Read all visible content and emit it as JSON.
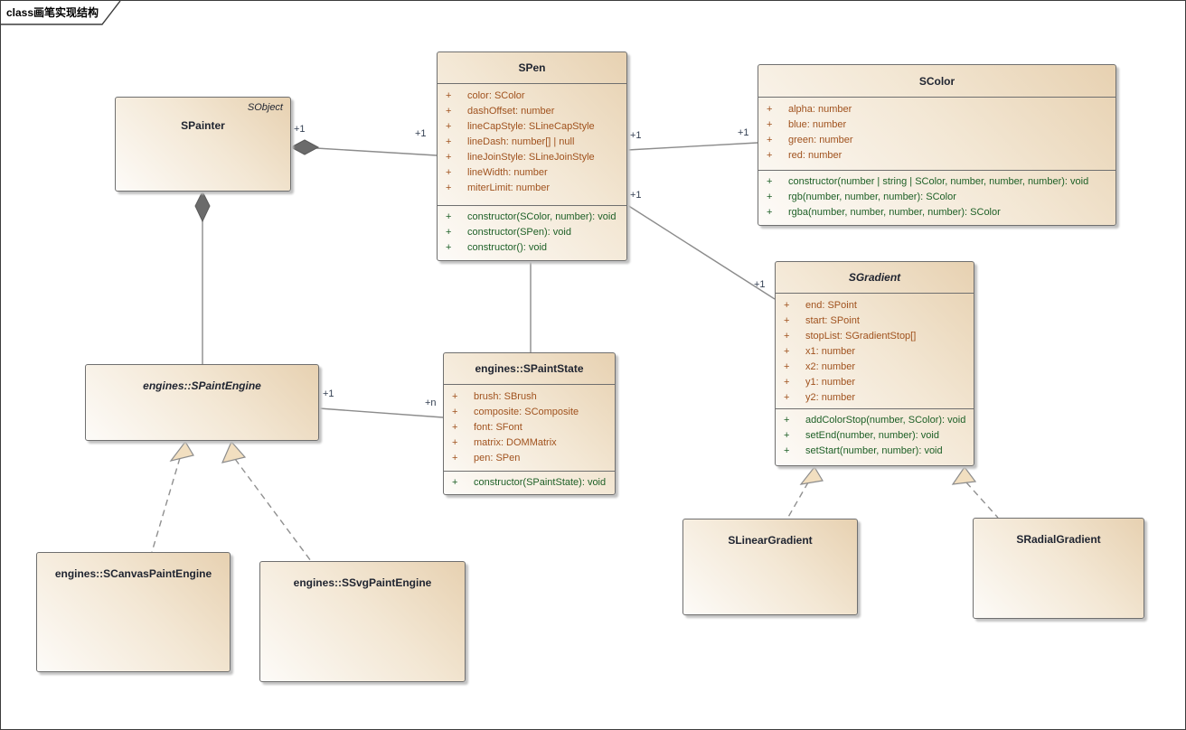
{
  "frame": {
    "label": "class画笔实现结构"
  },
  "markers": {
    "public": "+"
  },
  "colors": {
    "box_border": "#6F6F6F",
    "box_gradient_dark": "#E7D1B1",
    "box_gradient_light": "#FDFBF8",
    "attribute_text": "#A0521E",
    "method_text": "#1E6027",
    "connector_line": "#8C8C8C",
    "multiplicity_text": "#333F52",
    "diamond_fill": "#6B6B6B",
    "triangle_fill": "#F2DFC0"
  },
  "classes": [
    {
      "name": "SPainter",
      "annotation": "SObject",
      "abstract": false,
      "attributes": [],
      "methods": []
    },
    {
      "name": "SPen",
      "abstract": false,
      "attributes": [
        "color: SColor",
        "dashOffset: number",
        "lineCapStyle: SLineCapStyle",
        "lineDash: number[] | null",
        "lineJoinStyle: SLineJoinStyle",
        "lineWidth: number",
        "miterLimit: number"
      ],
      "methods": [
        "constructor(SColor, number): void",
        "constructor(SPen): void",
        "constructor(): void"
      ]
    },
    {
      "name": "SColor",
      "abstract": false,
      "attributes": [
        "alpha: number",
        "blue: number",
        "green: number",
        "red: number"
      ],
      "methods": [
        "constructor(number | string | SColor, number, number, number): void",
        "rgb(number, number, number): SColor",
        "rgba(number, number, number, number): SColor"
      ]
    },
    {
      "name": "SGradient",
      "abstract": true,
      "attributes": [
        "end: SPoint",
        "start: SPoint",
        "stopList: SGradientStop[]",
        "x1: number",
        "x2: number",
        "y1: number",
        "y2: number"
      ],
      "methods": [
        "addColorStop(number, SColor): void",
        "setEnd(number, number): void",
        "setStart(number, number): void"
      ]
    },
    {
      "name": "engines::SPaintState",
      "abstract": false,
      "attributes": [
        "brush: SBrush",
        "composite: SComposite",
        "font: SFont",
        "matrix: DOMMatrix",
        "pen: SPen"
      ],
      "methods": [
        "constructor(SPaintState): void"
      ]
    },
    {
      "name": "engines::SPaintEngine",
      "abstract": true,
      "attributes": [],
      "methods": []
    },
    {
      "name": "engines::SCanvasPaintEngine",
      "abstract": false,
      "attributes": [],
      "methods": []
    },
    {
      "name": "engines::SSvgPaintEngine",
      "abstract": false,
      "attributes": [],
      "methods": []
    },
    {
      "name": "SLinearGradient",
      "abstract": false,
      "attributes": [],
      "methods": []
    },
    {
      "name": "SRadialGradient",
      "abstract": false,
      "attributes": [],
      "methods": []
    }
  ],
  "connectors": [
    {
      "from": "SPainter",
      "to": "SPen",
      "type": "composition",
      "from_label": "+1",
      "to_label": "+1"
    },
    {
      "from": "SPainter",
      "to": "engines::SPaintEngine",
      "type": "composition"
    },
    {
      "from": "SPen",
      "to": "SColor",
      "type": "association",
      "from_label": "+1",
      "to_label": "+1"
    },
    {
      "from": "SPen",
      "to": "SGradient",
      "type": "association",
      "from_label": "+1",
      "to_label": "+1"
    },
    {
      "from": "SPen",
      "to": "engines::SPaintState",
      "type": "association"
    },
    {
      "from": "engines::SPaintEngine",
      "to": "engines::SPaintState",
      "type": "association",
      "from_label": "+1",
      "to_label": "+n"
    },
    {
      "from": "engines::SCanvasPaintEngine",
      "to": "engines::SPaintEngine",
      "type": "realization"
    },
    {
      "from": "engines::SSvgPaintEngine",
      "to": "engines::SPaintEngine",
      "type": "realization"
    },
    {
      "from": "SLinearGradient",
      "to": "SGradient",
      "type": "realization"
    },
    {
      "from": "SRadialGradient",
      "to": "SGradient",
      "type": "realization"
    }
  ]
}
